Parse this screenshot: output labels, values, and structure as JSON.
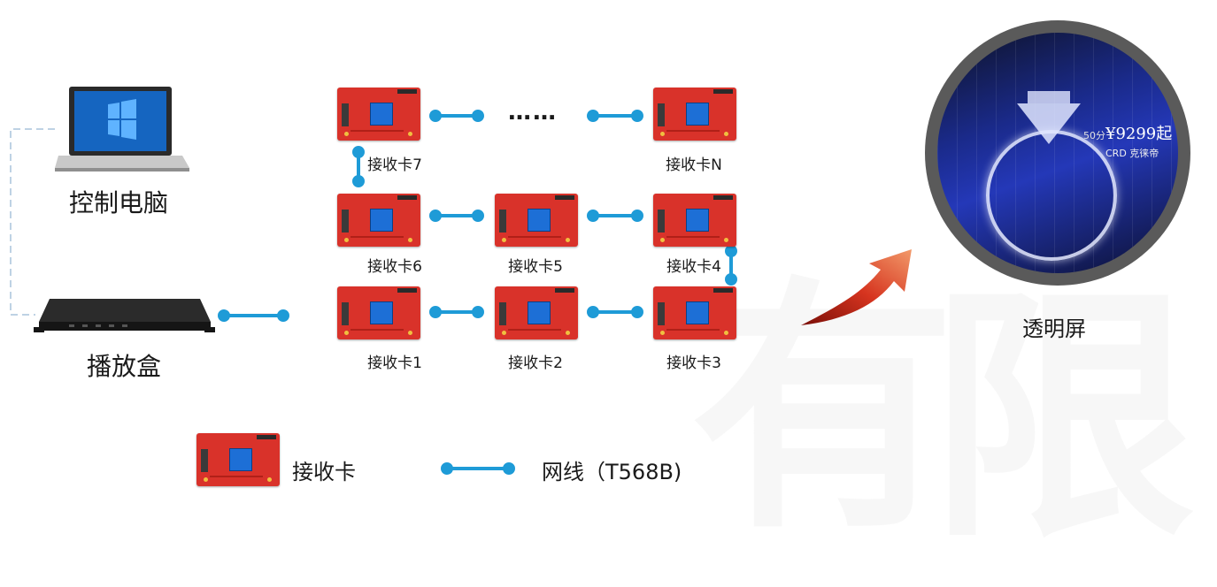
{
  "colors": {
    "link": "#1e9bd7",
    "card": "#d9322a",
    "arrow": "#d6341f",
    "dashed": "#a8c4dc"
  },
  "devices": {
    "control_pc": "控制电脑",
    "player_box": "播放盒",
    "transparent_screen": "透明屏"
  },
  "cards": {
    "card7": "接收卡7",
    "cardN": "接收卡N",
    "card6": "接收卡6",
    "card5": "接收卡5",
    "card4": "接收卡4",
    "card1": "接收卡1",
    "card2": "接收卡2",
    "card3": "接收卡3"
  },
  "ellipsis": "……",
  "screen_image": {
    "price_prefix": "50分",
    "price": "¥9299起",
    "brand": "CRD 克徕帝"
  },
  "legend": {
    "card_label": "接收卡",
    "cable_label": "网线（T568B)"
  },
  "icons": [
    "laptop-icon",
    "player-box-icon",
    "receiver-card-icon",
    "curved-arrow-icon"
  ]
}
